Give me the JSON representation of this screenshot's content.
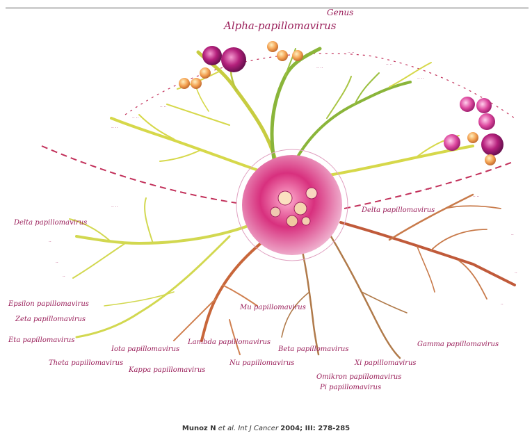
{
  "header": {
    "genus": "Genus"
  },
  "labels": {
    "alpha": "Alpha-papillomavirus",
    "delta_left": "Delta papillomavirus",
    "delta_right": "Delta papillomavirus",
    "epsilon": "Epsilon papillomavirus",
    "zeta": "Zeta papillomavirus",
    "eta": "Eta papillomavirus",
    "theta": "Theta papillomavirus",
    "iota": "Iota papillomavirus",
    "kappa": "Kappa papillomavirus",
    "lambda": "Lambda papillomavirus",
    "mu": "Mu papillomavirus",
    "nu": "Nu papillomavirus",
    "beta": "Beta papillomavirus",
    "xi": "Xi papillomavirus",
    "omikron": "Omikron papillomavirus",
    "pi": "Pi papillomavirus",
    "gamma": "Gamma papillomavirus"
  },
  "citation": {
    "author": "Munoz N",
    "etal": "et al.",
    "journal": "Int J Cancer",
    "details": "2004; III: 278-285"
  },
  "colors": {
    "alpha_branch": "#d6d84a",
    "alpha_green": "#8ab53a",
    "beta_branch": "#c8663a",
    "gamma_branch": "#b07a4a",
    "hub": "#d0307a",
    "sphere_big": "#b0207a",
    "sphere_small": "#f0a050",
    "label_ink": "#9a1f5a"
  }
}
